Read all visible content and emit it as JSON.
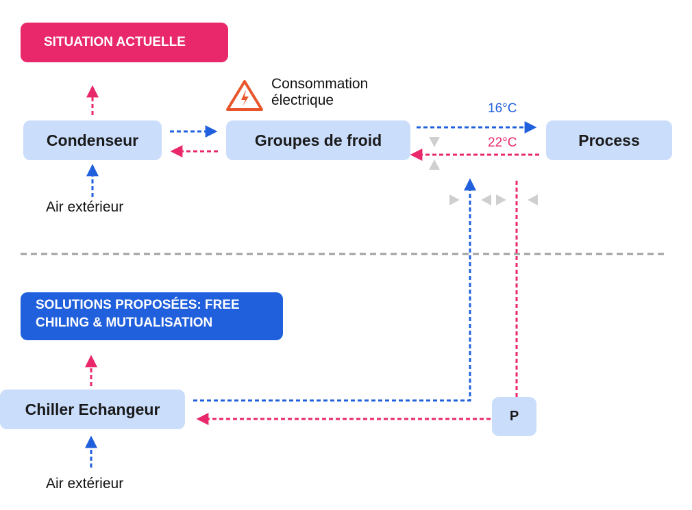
{
  "banners": {
    "current": "SITUATION ACTUELLE",
    "proposed_line1": "SOLUTIONS PROPOSÉES: FREE",
    "proposed_line2": "CHILING & MUTUALISATION"
  },
  "nodes": {
    "condenseur": "Condenseur",
    "groupes": "Groupes de froid",
    "process": "Process",
    "chiller": "Chiller Echangeur",
    "pump": "P"
  },
  "labels": {
    "air_top": "Air extérieur",
    "air_bottom": "Air extérieur",
    "consumption_line1": "Consommation",
    "consumption_line2": "électrique",
    "supply_temp": "16°C",
    "return_temp": "22°C"
  },
  "colors": {
    "supply": "#2160DC",
    "return": "#E8286A",
    "node_fill": "#CADDFB",
    "warning": "#E8552A",
    "valve": "#CFCFCF",
    "divider": "#A0A0A0"
  },
  "icons": {
    "warning": "electric-hazard-icon",
    "valve": "valve-icon"
  }
}
